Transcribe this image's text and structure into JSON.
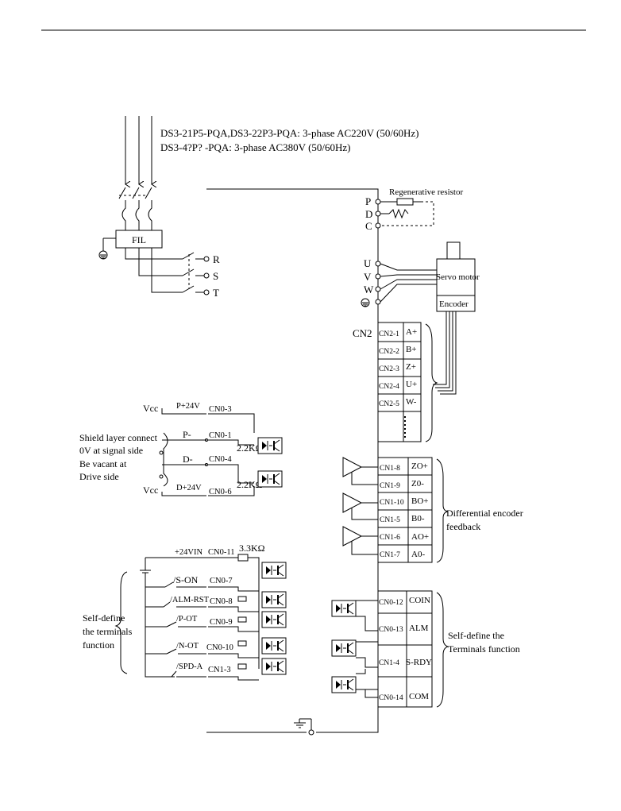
{
  "supply": {
    "line1": "DS3-21P5-PQA,DS3-22P3-PQA: 3-phase AC220V (50/60Hz)",
    "line2": "DS3-4?P? -PQA: 3-phase AC380V (50/60Hz)"
  },
  "filter_label": "FIL",
  "power_terminals": [
    "R",
    "S",
    "T"
  ],
  "regen": {
    "label": "Regenerative resistor",
    "terminals": [
      "P",
      "D",
      "C"
    ]
  },
  "motor": {
    "terminals": [
      "U",
      "V",
      "W"
    ],
    "motor_label": "Servo motor",
    "encoder_label": "Encoder"
  },
  "cn2": {
    "title": "CN2",
    "pins": [
      {
        "pin": "CN2-1",
        "signal": "A+"
      },
      {
        "pin": "CN2-2",
        "signal": "B+"
      },
      {
        "pin": "CN2-3",
        "signal": "Z+"
      },
      {
        "pin": "CN2-4",
        "signal": "U+"
      },
      {
        "pin": "CN2-5",
        "signal": "W-"
      }
    ]
  },
  "pulse_input": {
    "vcc1": "Vcc",
    "vcc2": "Vcc",
    "shield_note": [
      "Shield layer connect",
      "0V at signal side",
      "Be vacant at",
      "Drive side"
    ],
    "signals": [
      {
        "name": "P+24V",
        "pin": "CN0-3"
      },
      {
        "name": "P-",
        "pin": "CN0-1"
      },
      {
        "name": "D-",
        "pin": "CN0-4"
      },
      {
        "name": "D+24V",
        "pin": "CN0-6"
      }
    ],
    "resistor1": "2.2KΩ",
    "resistor2": "2.2KΩ"
  },
  "encoder_feedback": {
    "pins": [
      {
        "pin": "CN1-8",
        "signal": "ZO+"
      },
      {
        "pin": "CN1-9",
        "signal": "Z0-"
      },
      {
        "pin": "CN1-10",
        "signal": "BO+"
      },
      {
        "pin": "CN1-5",
        "signal": "B0-"
      },
      {
        "pin": "CN1-6",
        "signal": "AO+"
      },
      {
        "pin": "CN1-7",
        "signal": "A0-"
      }
    ],
    "label": [
      "Differential encoder",
      "feedback"
    ]
  },
  "digital_inputs": {
    "supply": "+24VIN",
    "supply_pin": "CN0-11",
    "resistor": "3.3KΩ",
    "inputs": [
      {
        "name": "/S-ON",
        "pin": "CN0-7"
      },
      {
        "name": "/ALM-RST",
        "pin": "CN0-8"
      },
      {
        "name": "/P-OT",
        "pin": "CN0-9"
      },
      {
        "name": "/N-OT",
        "pin": "CN0-10"
      },
      {
        "name": "/SPD-A",
        "pin": "CN1-3"
      }
    ],
    "label": [
      "Self-define",
      "the terminals",
      "function"
    ]
  },
  "digital_outputs": {
    "pins": [
      {
        "pin": "CN0-12",
        "signal": "COIN"
      },
      {
        "pin": "CN0-13",
        "signal": "ALM"
      },
      {
        "pin": "CN1-4",
        "signal": "S-RDY"
      },
      {
        "pin": "CN0-14",
        "signal": "COM"
      }
    ],
    "label": [
      "Self-define the",
      "Terminals function"
    ]
  },
  "icons": [
    "ground-icon",
    "optocoupler-icon",
    "differential-driver-icon",
    "switch-icon",
    "resistor-icon"
  ]
}
